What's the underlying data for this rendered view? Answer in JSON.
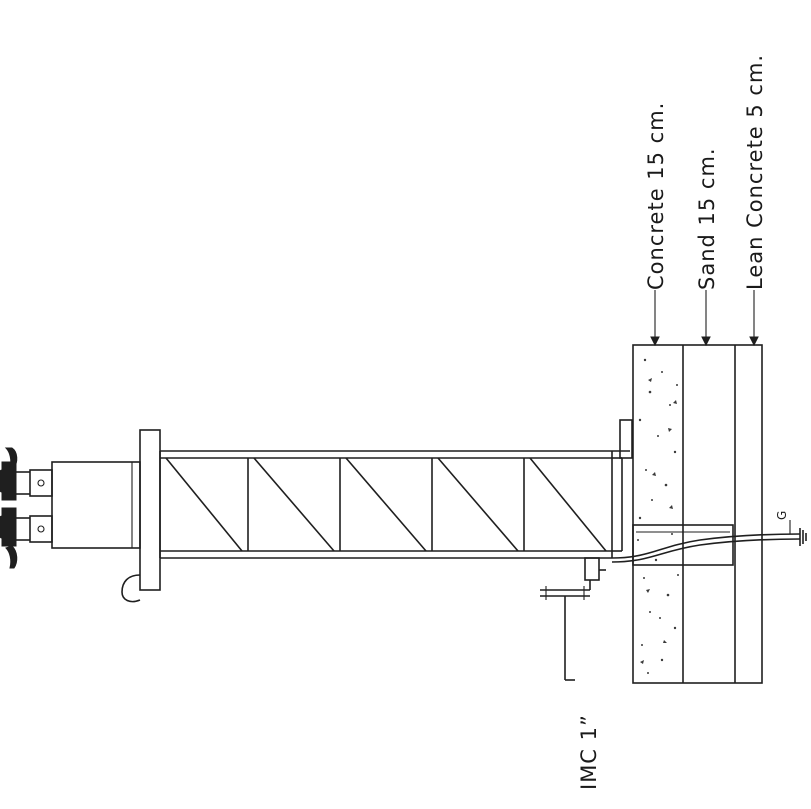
{
  "labels": {
    "concrete": "Concrete 15 cm.",
    "sand": "Sand 15 cm.",
    "lean_concrete": "Lean Concrete 5 cm.",
    "conduit": "IMC 1”",
    "ground": "G"
  }
}
